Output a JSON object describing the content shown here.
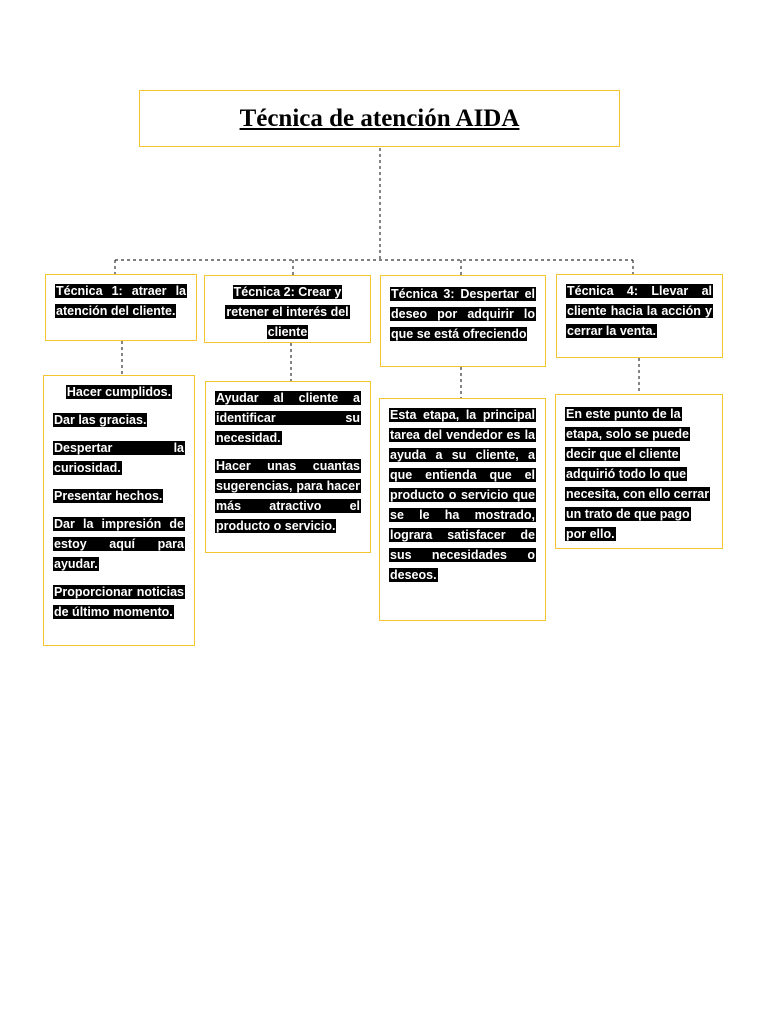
{
  "title": "Técnica de atención AIDA",
  "colors": {
    "border": "#f2c531",
    "highlight": "#000000",
    "highlight_text": "#ffffff",
    "connector": "#333333"
  },
  "techniques": [
    {
      "header": "Técnica 1: atraer la atención del cliente.",
      "details": [
        "Hacer cumplidos.",
        "Dar las gracias.",
        "Despertar la curiosidad.",
        "Presentar hechos.",
        "Dar la impresión de estoy aquí para ayudar.",
        "Proporcionar noticias de último momento."
      ]
    },
    {
      "header": "Técnica 2: Crear y retener el interés del cliente",
      "details": [
        "Ayudar al cliente a identificar su necesidad.",
        "Hacer unas cuantas sugerencias, para hacer más atractivo el producto o servicio."
      ]
    },
    {
      "header": "Técnica 3: Despertar el deseo por adquirir lo que se está ofreciendo",
      "details": [
        "Esta etapa, la principal tarea del vendedor es la ayuda a su cliente, a que entienda que el producto o servicio que se le ha mostrado, lograra satisfacer de sus necesidades o deseos."
      ]
    },
    {
      "header": "Técnica 4: Llevar al cliente hacia la acción y cerrar la venta.",
      "details": [
        "En este punto de la etapa, solo se puede decir que el cliente adquirió todo lo que necesita, con ello cerrar un trato de que pago por ello."
      ]
    }
  ]
}
